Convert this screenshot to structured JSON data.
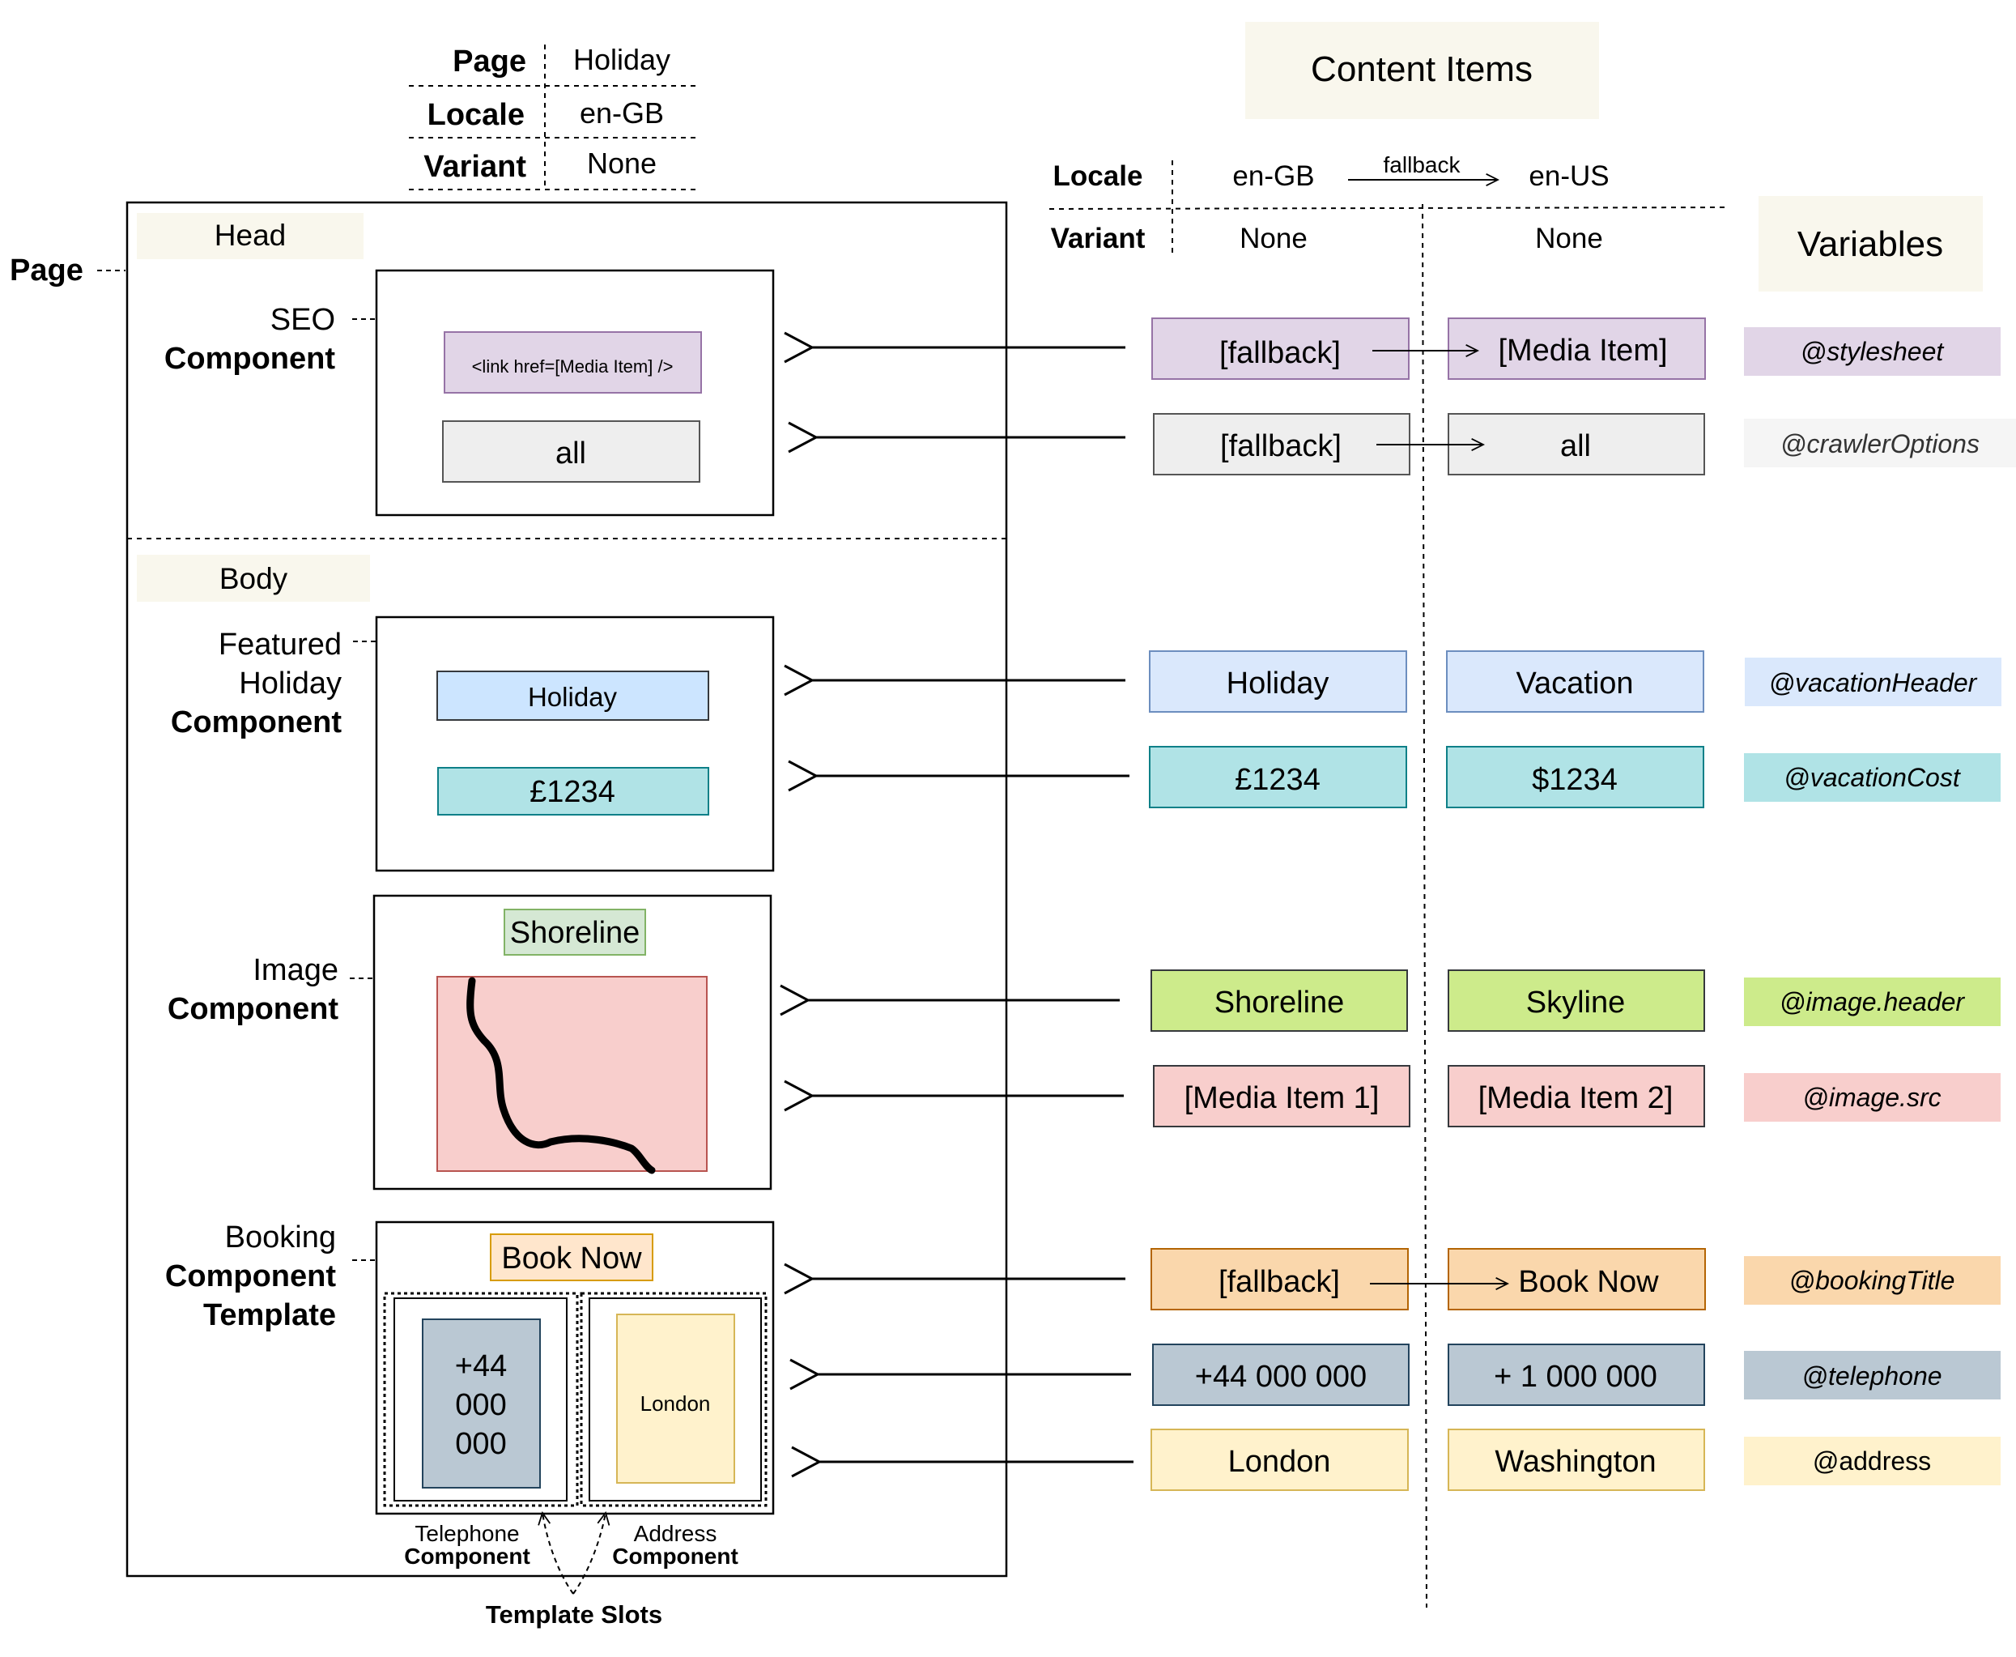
{
  "page_meta": {
    "rows": [
      {
        "label": "Page",
        "value": "Holiday"
      },
      {
        "label": "Locale",
        "value": "en-GB"
      },
      {
        "label": "Variant",
        "value": "None"
      }
    ]
  },
  "page_label": "Page",
  "head": {
    "title": "Head",
    "seo": {
      "name_line1": "SEO",
      "name_line2": "Component",
      "link_tag": "<link href=[Media Item] />",
      "crawler_value": "all"
    }
  },
  "body": {
    "title": "Body",
    "featured": {
      "name_line1": "Featured",
      "name_line2": "Holiday",
      "name_line3": "Component",
      "header": "Holiday",
      "cost": "£1234"
    },
    "image": {
      "name_line1": "Image",
      "name_line2": "Component",
      "header": "Shoreline"
    },
    "booking": {
      "name_line1": "Booking",
      "name_line2": "Component",
      "name_line3": "Template",
      "title": "Book Now",
      "telephone_line1": "+44",
      "telephone_line2": "000",
      "telephone_line3": "000",
      "address": "London",
      "slot_tel_line1": "Telephone",
      "slot_tel_line2": "Component",
      "slot_addr_line1": "Address",
      "slot_addr_line2": "Component",
      "slots_label": "Template Slots"
    }
  },
  "content_items": {
    "title": "Content Items",
    "locale_label": "Locale",
    "variant_label": "Variant",
    "locale_primary": "en-GB",
    "locale_fallback": "en-US",
    "fallback_arrow_label": "fallback",
    "variant_primary": "None",
    "variant_fallback": "None",
    "rows": [
      {
        "left": "[fallback]",
        "right": "[Media Item]",
        "variable": "@stylesheet",
        "fallback_arrow": true
      },
      {
        "left": "[fallback]",
        "right": "all",
        "variable": "@crawlerOptions",
        "fallback_arrow": true
      },
      {
        "left": "Holiday",
        "right": "Vacation",
        "variable": "@vacationHeader",
        "fallback_arrow": false
      },
      {
        "left": "£1234",
        "right": "$1234",
        "variable": "@vacationCost",
        "fallback_arrow": false
      },
      {
        "left": "Shoreline",
        "right": "Skyline",
        "variable": "@image.header",
        "fallback_arrow": false
      },
      {
        "left": "[Media Item 1]",
        "right": "[Media Item 2]",
        "variable": "@image.src",
        "fallback_arrow": false
      },
      {
        "left": "[fallback]",
        "right": "Book Now",
        "variable": "@bookingTitle",
        "fallback_arrow": true
      },
      {
        "left": "+44 000 000",
        "right": "+ 1 000 000",
        "variable": "@telephone",
        "fallback_arrow": false
      },
      {
        "left": "London",
        "right": "Washington",
        "variable": "@address",
        "fallback_arrow": false
      }
    ]
  },
  "variables": {
    "title": "Variables"
  },
  "colors": {
    "purple_fill": "#e1d5e7",
    "purple_stroke": "#9673a6",
    "gray_fill": "#eeeeee",
    "gray_stroke": "#555555",
    "blue_fill": "#dae8fc",
    "blue_stroke": "#6c8ebf",
    "blue_strong_fill": "#cce5ff",
    "blue_strong_stroke": "#36393d",
    "teal_fill": "#b0e3e6",
    "teal_stroke": "#0e8088",
    "green_fill": "#cdeb8b",
    "green_stroke": "#36393d",
    "green_light_fill": "#d5e8d4",
    "green_light_stroke": "#82b366",
    "pink_fill": "#f8cecc",
    "pink_stroke": "#b85450",
    "orange_fill": "#fad7ac",
    "orange_stroke": "#b46504",
    "orange_light_fill": "#ffe6cc",
    "orange_light_stroke": "#d79b00",
    "slate_fill": "#bac8d3",
    "slate_stroke": "#23445d",
    "yellow_fill": "#fff2cc",
    "yellow_stroke": "#d6b656",
    "beige_fill": "#f9f7ed"
  }
}
